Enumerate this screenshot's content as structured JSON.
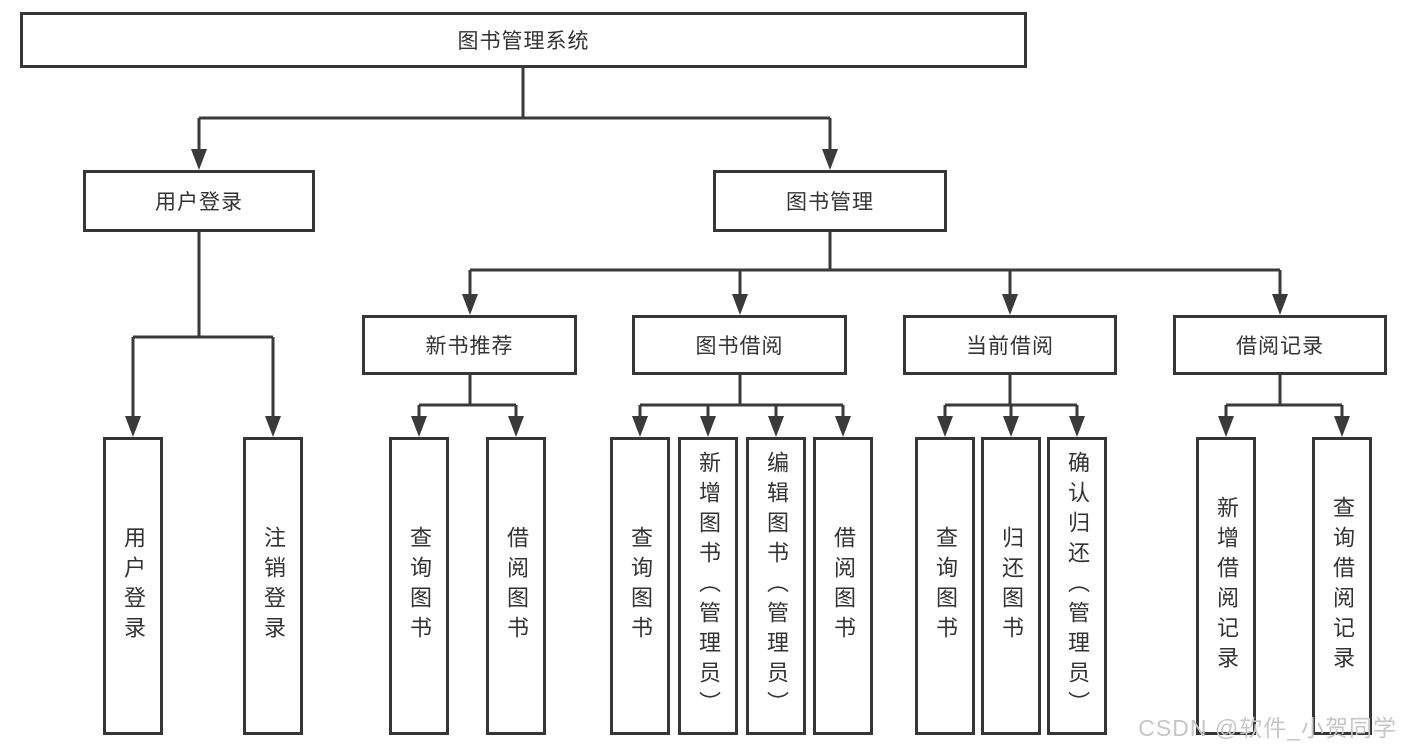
{
  "diagram": {
    "root": {
      "label": "图书管理系统"
    },
    "level1": {
      "user_login": {
        "label": "用户登录"
      },
      "book_management": {
        "label": "图书管理"
      }
    },
    "level2": {
      "new_book_recommend": {
        "label": "新书推荐"
      },
      "book_borrow": {
        "label": "图书借阅"
      },
      "current_borrow": {
        "label": "当前借阅"
      },
      "borrow_records": {
        "label": "借阅记录"
      }
    },
    "leaves": {
      "user_login": {
        "label": "用户登录"
      },
      "logout": {
        "label": "注销登录"
      },
      "nbr_query_books": {
        "label": "查询图书"
      },
      "nbr_borrow_books": {
        "label": "借阅图书"
      },
      "bb_query_books": {
        "label": "查询图书"
      },
      "bb_add_books_admin": {
        "label": "新增图书（管理员）"
      },
      "bb_edit_books_admin": {
        "label": "编辑图书（管理员）"
      },
      "bb_borrow_books": {
        "label": "借阅图书"
      },
      "cb_query_books": {
        "label": "查询图书"
      },
      "cb_return_books": {
        "label": "归还图书"
      },
      "cb_confirm_return_admin": {
        "label": "确认归还（管理员）"
      },
      "br_add_record": {
        "label": "新增借阅记录"
      },
      "br_query_record": {
        "label": "查询借阅记录"
      }
    },
    "watermark": "CSDN @软件_小贺同学",
    "colors": {
      "line": "#3a3a3a",
      "text": "#333333",
      "watermark": "#c6c6c6",
      "background": "#ffffff"
    }
  }
}
